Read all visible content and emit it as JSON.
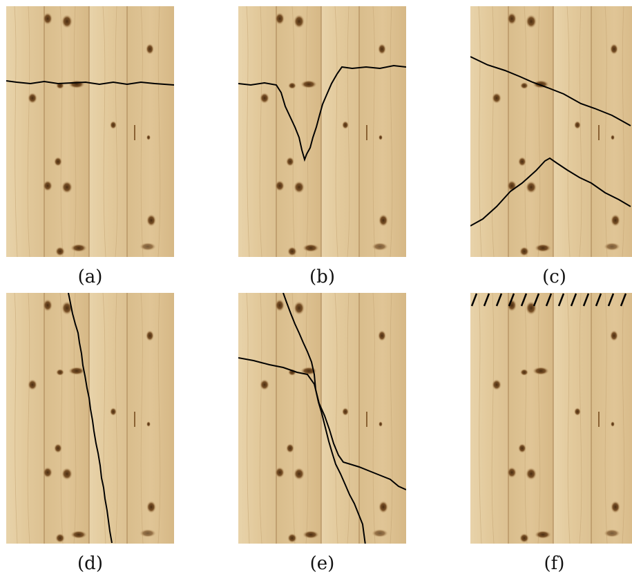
{
  "panels": [
    {
      "id": "a",
      "caption": "(a)",
      "crack": "horizontal"
    },
    {
      "id": "b",
      "caption": "(b)",
      "crack": "v-shaped"
    },
    {
      "id": "c",
      "caption": "(c)",
      "crack": "two-diagonal"
    },
    {
      "id": "d",
      "caption": "(d)",
      "crack": "vertical"
    },
    {
      "id": "e",
      "caption": "(e)",
      "crack": "crossing"
    },
    {
      "id": "f",
      "caption": "(f)",
      "crack": "hatched-top-edge"
    }
  ],
  "colors": {
    "wood_light": "#e6cfa4",
    "wood_mid": "#dcc091",
    "wood_dark": "#cdae7c",
    "seam": "#b89868",
    "knot": "#6b4520",
    "crack": "#000000"
  }
}
